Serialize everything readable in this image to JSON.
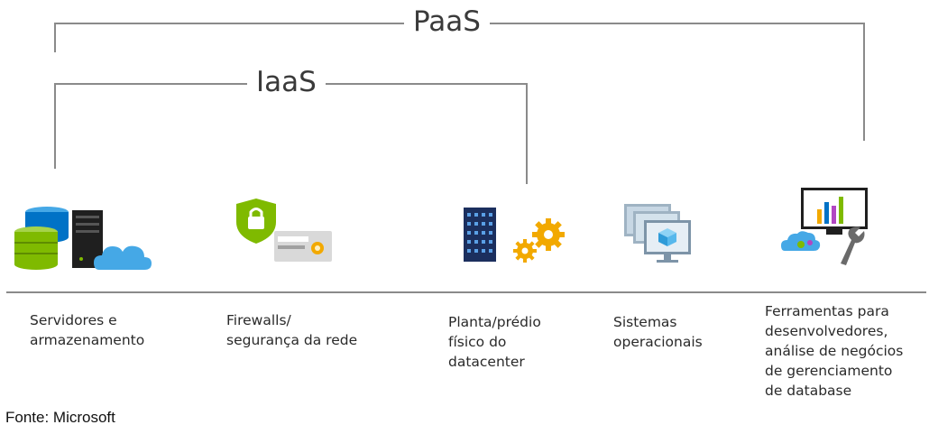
{
  "brackets": {
    "paas": "PaaS",
    "iaas": "IaaS"
  },
  "columns": [
    {
      "caption": "Servidores e\narmazenamento",
      "icon": "servers-storage-icon"
    },
    {
      "caption": "Firewalls/\nsegurança da rede",
      "icon": "firewall-shield-icon"
    },
    {
      "caption": "Planta/prédio\nfísico do\ndatacenter",
      "icon": "datacenter-building-icon"
    },
    {
      "caption": "Sistemas\noperacionais",
      "icon": "operating-systems-icon"
    },
    {
      "caption": "Ferramentas para\ndesenvolvedores,\nanálise de negócios\nde gerenciamento\nde database",
      "icon": "developer-tools-icon"
    }
  ],
  "source": "Fonte: Microsoft",
  "colors": {
    "blue": "#0072c6",
    "light_blue": "#45a8e6",
    "green": "#7fba00",
    "gold": "#f2a900",
    "dark_navy": "#1b2f5e",
    "gray": "#8a8a8a"
  }
}
